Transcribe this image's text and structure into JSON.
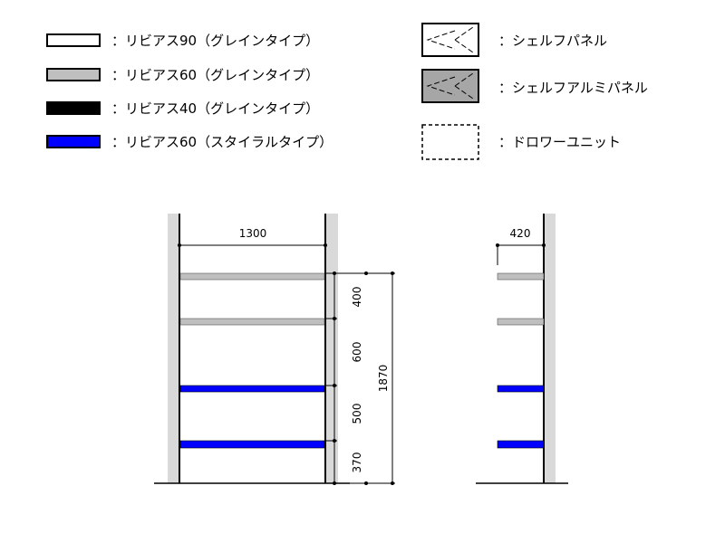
{
  "legend_left": [
    {
      "label": "：リビアス90（グレインタイプ）",
      "swatch": "white-board"
    },
    {
      "label": "：リビアス60（グレインタイプ）",
      "swatch": "gray-board"
    },
    {
      "label": "：リビアス40（グレインタイプ）",
      "swatch": "black-board"
    },
    {
      "label": "：リビアス60（スタイラルタイプ）",
      "swatch": "blue-board"
    }
  ],
  "legend_right": [
    {
      "label": "：シェルフパネル",
      "swatch": "shelf-panel"
    },
    {
      "label": "：シェルフアルミパネル",
      "swatch": "shelf-aluminum-panel"
    },
    {
      "label": "：ドロワーユニット",
      "swatch": "drawer-unit"
    }
  ],
  "colors": {
    "white_board": "#ffffff",
    "gray_board": "#bfbfbf",
    "black_board": "#000000",
    "blue_board": "#0000ff",
    "aluminum_panel": "#a6a6a6",
    "wall": "#d9d9d9"
  },
  "front_view": {
    "width_label": "1300",
    "gap_labels": [
      "400",
      "600",
      "500",
      "370"
    ],
    "total_label": "1870"
  },
  "side_view": {
    "depth_label": "420"
  }
}
